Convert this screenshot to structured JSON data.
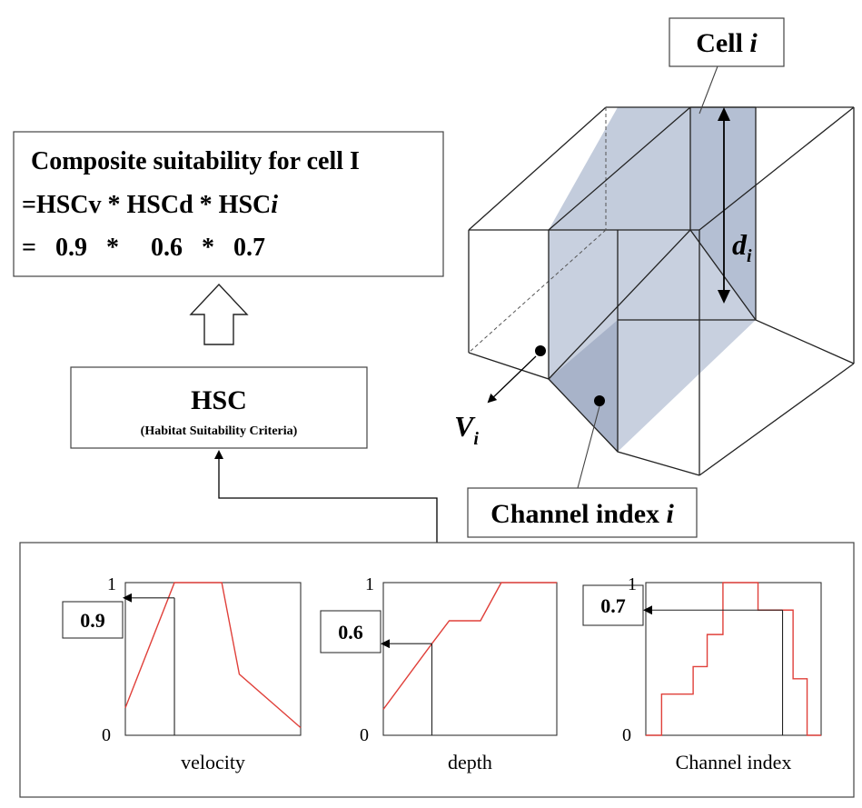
{
  "formula": {
    "line1": "Composite suitability for cell I",
    "line2_prefix": "=HSCv * HSCd * HSC",
    "line2_italic": "i",
    "line3": "=   0.9   *     0.6   *   0.7"
  },
  "hsc": {
    "title": "HSC",
    "subtitle": "(Habitat Suitability Criteria)"
  },
  "cell_label": {
    "text": "Cell ",
    "italic": "i"
  },
  "channel_label": {
    "text": "Channel index ",
    "italic": "i"
  },
  "depth_symbol": {
    "main": "d",
    "sub": "i"
  },
  "velocity_symbol": {
    "main": "V",
    "sub": "i"
  },
  "colors": {
    "curve": "#e0403a",
    "cell_fill": "#c9d1e0",
    "cell_fill_dark": "#aeb8cc"
  },
  "charts": [
    {
      "xlabel": "velocity",
      "y_top": "1",
      "y_bottom": "0",
      "value_label": "0.9",
      "curve": [
        [
          0,
          0.18
        ],
        [
          0.28,
          1.0
        ],
        [
          0.55,
          1.0
        ],
        [
          0.65,
          0.4
        ],
        [
          0.85,
          0.2
        ],
        [
          1.0,
          0.05
        ]
      ],
      "marker_x": 0.28,
      "marker_y": 0.9
    },
    {
      "xlabel": "depth",
      "y_top": "1",
      "y_bottom": "0",
      "value_label": "0.6",
      "curve": [
        [
          0,
          0.17
        ],
        [
          0.28,
          0.6
        ],
        [
          0.38,
          0.75
        ],
        [
          0.56,
          0.75
        ],
        [
          0.68,
          1.0
        ],
        [
          1.0,
          1.0
        ]
      ],
      "marker_x": 0.28,
      "marker_y": 0.6
    },
    {
      "xlabel": "Channel index",
      "y_top": "1",
      "y_bottom": "0",
      "value_label": "0.7",
      "curve": [
        [
          0.0,
          0.0
        ],
        [
          0.09,
          0.0
        ],
        [
          0.09,
          0.27
        ],
        [
          0.27,
          0.27
        ],
        [
          0.27,
          0.45
        ],
        [
          0.35,
          0.45
        ],
        [
          0.35,
          0.66
        ],
        [
          0.44,
          0.66
        ],
        [
          0.44,
          1.0
        ],
        [
          0.64,
          1.0
        ],
        [
          0.64,
          0.82
        ],
        [
          0.84,
          0.82
        ],
        [
          0.84,
          0.37
        ],
        [
          0.92,
          0.37
        ],
        [
          0.92,
          0.0
        ],
        [
          1.0,
          0.0
        ]
      ],
      "marker_x": 0.78,
      "marker_y": 0.82
    }
  ]
}
